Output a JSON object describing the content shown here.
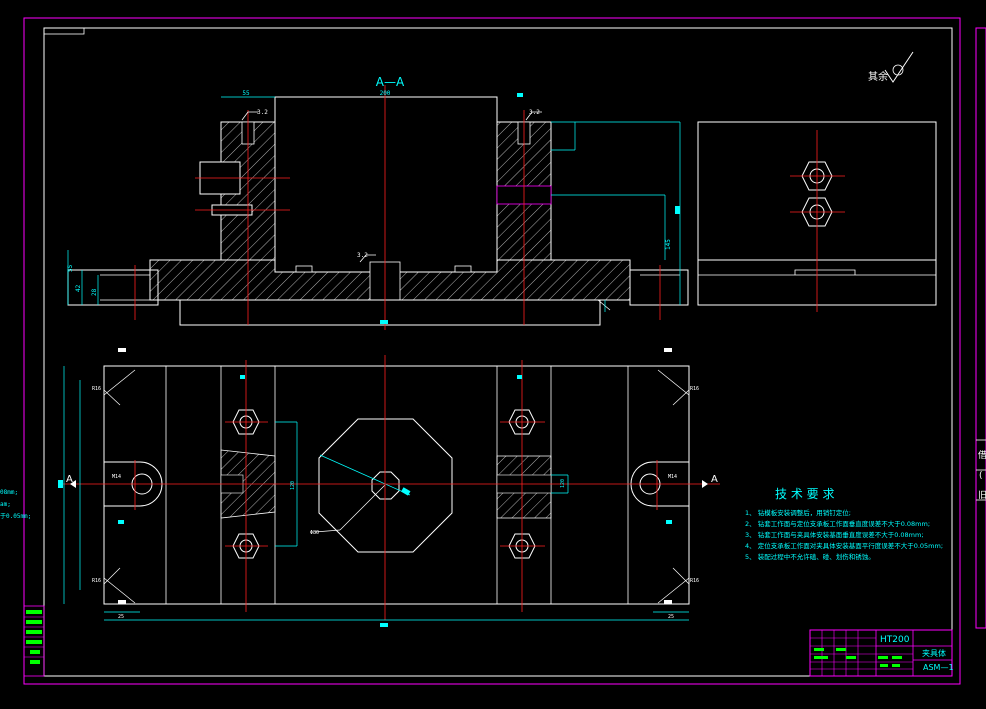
{
  "section": {
    "label": "A—A",
    "marker_left": "A",
    "marker_right": "A"
  },
  "roughness": {
    "label": "其余"
  },
  "top_dims": {
    "d1": "55",
    "d2": "200",
    "d3": "3.2",
    "d4": "3.2",
    "d5": "3.2"
  },
  "side_dims": {
    "h1": "145",
    "h2": "55",
    "h3": "42",
    "h4": "28"
  },
  "plan_dims": {
    "r1": "R16",
    "r2": "R16",
    "r3": "R16",
    "r4": "R16",
    "w1": "25",
    "w2": "25",
    "d6": "M14",
    "d7": "M14",
    "d8": "Φ80",
    "d9": "120",
    "d10": "120"
  },
  "tech": {
    "title": "技 术 要 求",
    "items": [
      "1、 钻模板安装调整后，用销钉定位;",
      "2、 钻套工作面与定位支承板工作面垂直度误差不大于0.08mm;",
      "3、 钻套工作面与夹具体安装基面垂直度误差不大于0.08mm;",
      "4、 定位支承板工作面对夹具体安装基面平行度误差不大于0.05mm;",
      "5、 装配过程中不允许磕、碰、划伤和锈蚀。"
    ]
  },
  "left_fragments": [
    "08mm;",
    "am;",
    "于0.05mm;"
  ],
  "title_block": {
    "material": "HT200",
    "name": "夹具体",
    "code": "ASM—1"
  },
  "right_strip": [
    "借",
    "(",
    "旧"
  ],
  "colors": {
    "frame": "#ff00ff",
    "outline": "#ffffff",
    "hatch": "#ffffff",
    "center": "#ff2020",
    "dim": "#00ffff",
    "accent": "#00ff00"
  }
}
